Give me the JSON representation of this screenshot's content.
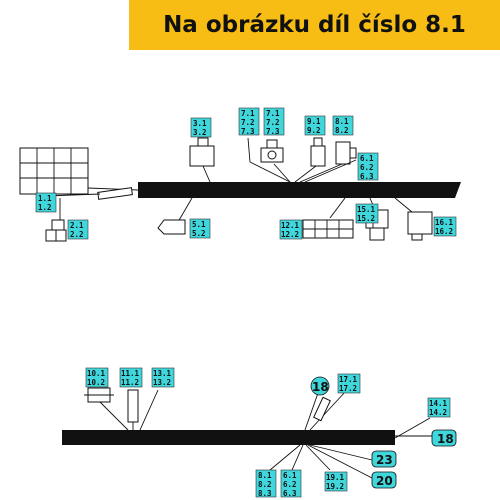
{
  "banner": {
    "text": "Na obrázku díl číslo 8.1",
    "color": "#f7bd14"
  },
  "label_color": "#3fd6dc",
  "labels": [
    {
      "id": "l3",
      "lines": [
        "3.1",
        "3.2"
      ]
    },
    {
      "id": "l7a",
      "lines": [
        "7.1",
        "7.2",
        "7.3"
      ]
    },
    {
      "id": "l7b",
      "lines": [
        "7.1",
        "7.2",
        "7.3"
      ]
    },
    {
      "id": "l9",
      "lines": [
        "9.1",
        "9.2"
      ]
    },
    {
      "id": "l8",
      "lines": [
        "8.1",
        "8.2"
      ]
    },
    {
      "id": "l6",
      "lines": [
        "6.1",
        "6.2",
        "6.3"
      ]
    },
    {
      "id": "l1",
      "lines": [
        "1.1",
        "1.2"
      ]
    },
    {
      "id": "l2",
      "lines": [
        "2.1",
        "2.2"
      ]
    },
    {
      "id": "l5",
      "lines": [
        "5.1",
        "5.2"
      ]
    },
    {
      "id": "l12",
      "lines": [
        "12.1",
        "12.2"
      ]
    },
    {
      "id": "l15",
      "lines": [
        "15.1",
        "15.2"
      ]
    },
    {
      "id": "l16",
      "lines": [
        "16.1",
        "16.2"
      ]
    },
    {
      "id": "l10",
      "lines": [
        "10.1",
        "10.2"
      ]
    },
    {
      "id": "l11",
      "lines": [
        "11.1",
        "11.2"
      ]
    },
    {
      "id": "l13",
      "lines": [
        "13.1",
        "13.2"
      ]
    },
    {
      "id": "l17",
      "lines": [
        "17.1",
        "17.2"
      ]
    },
    {
      "id": "l14",
      "lines": [
        "14.1",
        "14.2"
      ]
    },
    {
      "id": "l8b",
      "lines": [
        "8.1",
        "8.2",
        "8.3"
      ]
    },
    {
      "id": "l6b",
      "lines": [
        "6.1",
        "6.2",
        "6.3"
      ]
    },
    {
      "id": "l19",
      "lines": [
        "19.1",
        "19.2"
      ]
    }
  ],
  "callouts": [
    {
      "id": "c18a",
      "text": "18"
    },
    {
      "id": "c18b",
      "text": "18"
    },
    {
      "id": "c23",
      "text": "23"
    },
    {
      "id": "c20",
      "text": "20"
    }
  ]
}
